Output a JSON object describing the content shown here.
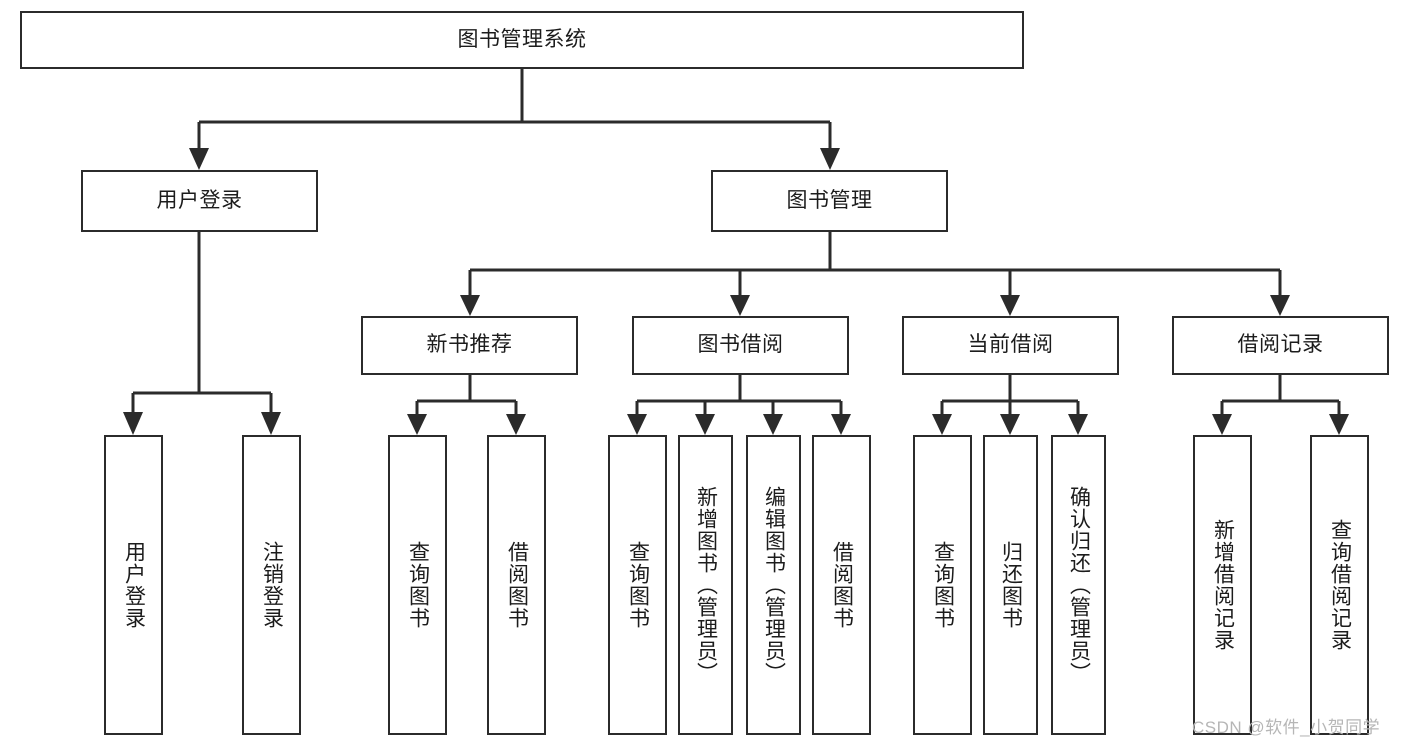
{
  "diagram": {
    "title": "图书管理系统",
    "type": "tree-hierarchy-diagram",
    "root": {
      "label": "图书管理系统"
    },
    "level2": [
      {
        "label": "用户登录"
      },
      {
        "label": "图书管理"
      }
    ],
    "level3": [
      {
        "label": "新书推荐"
      },
      {
        "label": "图书借阅"
      },
      {
        "label": "当前借阅"
      },
      {
        "label": "借阅记录"
      }
    ],
    "leaves": [
      {
        "label": "用户登录"
      },
      {
        "label": "注销登录"
      },
      {
        "label": "查询图书"
      },
      {
        "label": "借阅图书"
      },
      {
        "label": "查询图书"
      },
      {
        "label": "新增图书（管理员）"
      },
      {
        "label": "编辑图书（管理员）"
      },
      {
        "label": "借阅图书"
      },
      {
        "label": "查询图书"
      },
      {
        "label": "归还图书"
      },
      {
        "label": "确认归还（管理员）"
      },
      {
        "label": "新增借阅记录"
      },
      {
        "label": "查询借阅记录"
      }
    ]
  },
  "watermark": {
    "text": "CSDN @软件_小贺同学"
  },
  "colors": {
    "stroke": "#2b2b2b",
    "text": "#1c1c1c",
    "background": "#ffffff",
    "watermark": "#b6b6b6"
  }
}
